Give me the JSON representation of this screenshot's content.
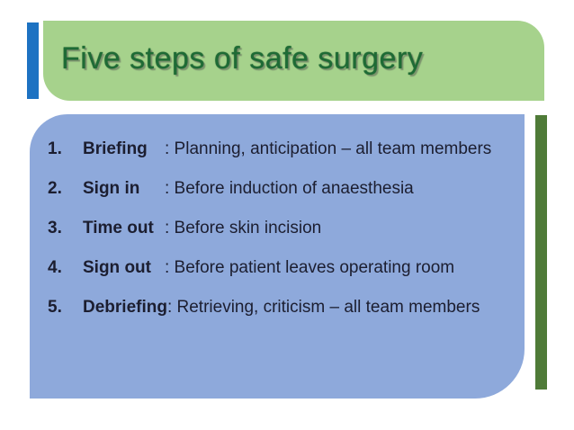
{
  "slide": {
    "title": "Five steps of safe surgery",
    "steps": [
      {
        "num": "1.",
        "term": "Briefing",
        "desc": ": Planning, anticipation – all team members"
      },
      {
        "num": "2.",
        "term": "Sign in",
        "desc": ": Before induction of anaesthesia"
      },
      {
        "num": "3.",
        "term": "Time out",
        "desc": ": Before skin incision"
      },
      {
        "num": "4.",
        "term": "Sign out",
        "desc": ": Before patient leaves operating room"
      },
      {
        "num": "5.",
        "term": "Debriefing",
        "desc": ": Retrieving, criticism – all team members"
      }
    ],
    "colors": {
      "header_green": "#A6D28C",
      "body_blue": "#8EA9DB",
      "accent_blue_bar": "#1D72C2",
      "accent_green_bar": "#4F7B38",
      "title_text": "#1E6B35",
      "body_text": "#1C1E30"
    }
  }
}
